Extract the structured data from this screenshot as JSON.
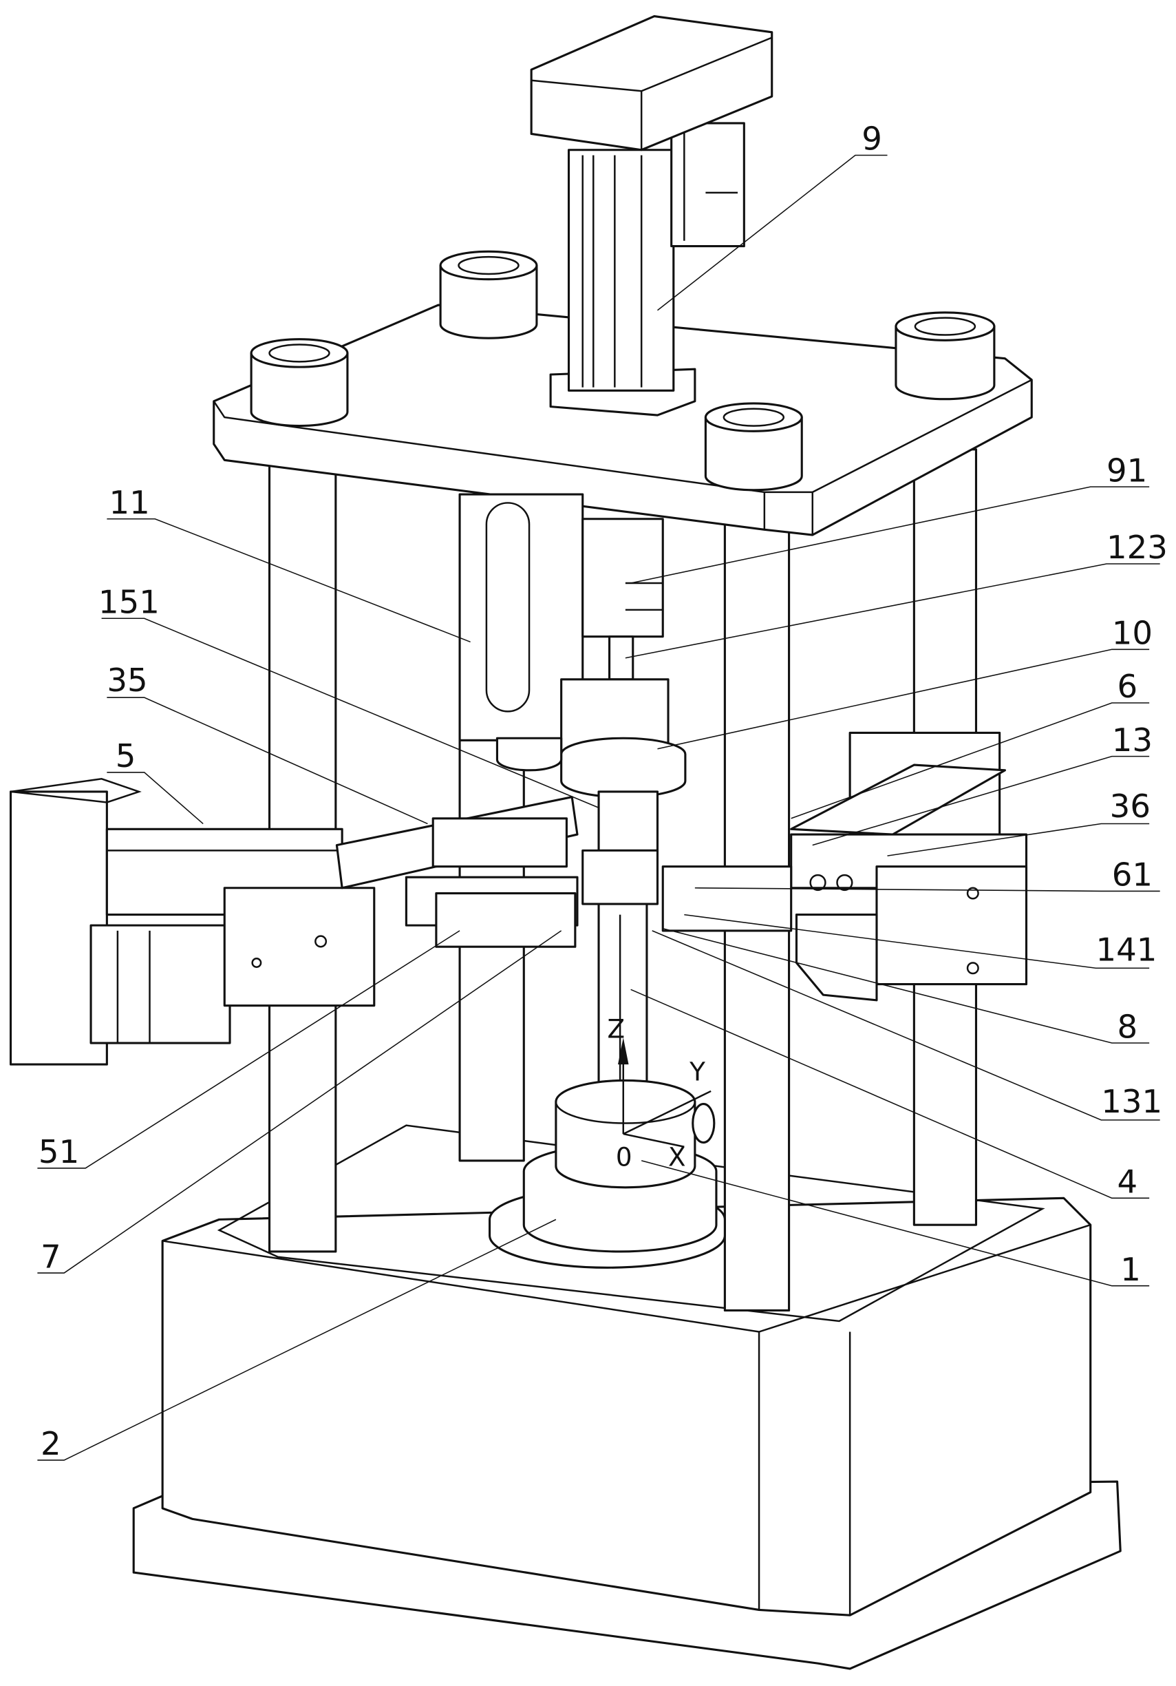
{
  "figure": {
    "reference_labels": [
      "9",
      "91",
      "123",
      "10",
      "6",
      "13",
      "36",
      "61",
      "141",
      "8",
      "131",
      "4",
      "1",
      "11",
      "151",
      "35",
      "5",
      "51",
      "7",
      "2"
    ],
    "axis_labels": {
      "z": "Z",
      "y": "Y",
      "x": "X",
      "origin": "0"
    },
    "colors": {
      "line": "#111111",
      "background": "#ffffff"
    }
  }
}
